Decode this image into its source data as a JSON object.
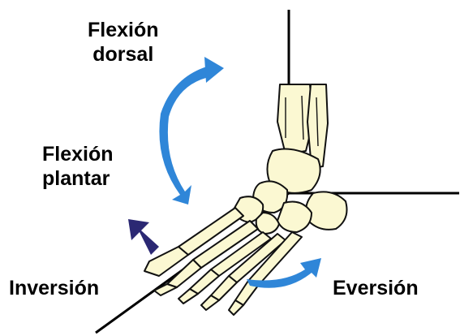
{
  "labels": {
    "dorsiflexion": [
      "Flexión",
      "dorsal"
    ],
    "plantarflexion": [
      "Flexión",
      "plantar"
    ],
    "inversion": "Inversión",
    "eversion": "Eversión"
  },
  "colors": {
    "rotation_arrow": "#2f86d8",
    "inversion_arrow": "#2b2873",
    "bone_fill": "#fbf8d2",
    "outline": "#111111",
    "axes": "#000000"
  },
  "icons": {
    "rotation_arrow": "curved-double-arrow-icon",
    "inversion_arrow": "arrow-icon",
    "eversion_arrow": "curved-arrow-icon"
  }
}
